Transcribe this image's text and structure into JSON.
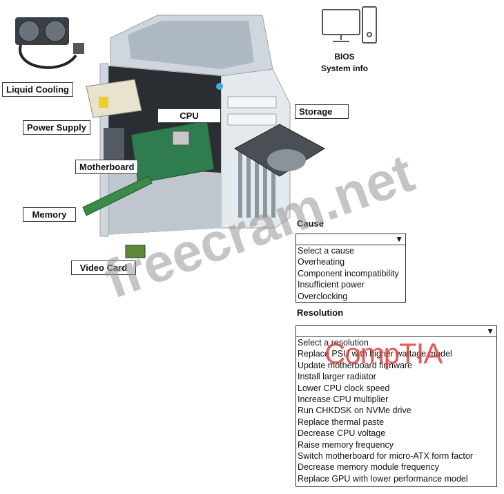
{
  "components": {
    "liquid_cooling": "Liquid Cooling",
    "power_supply": "Power Supply",
    "cpu": "CPU",
    "motherboard": "Motherboard",
    "memory": "Memory",
    "video_card": "Video Card",
    "storage": "Storage"
  },
  "bios": {
    "line1": "BIOS",
    "line2": "System info"
  },
  "cause": {
    "title": "Cause",
    "arrow": "▼",
    "options": [
      "Select a cause",
      "Overheating",
      "Component incompatibility",
      "Insufficient power",
      "Overclocking"
    ]
  },
  "resolution": {
    "title": "Resolution",
    "arrow": "▼",
    "options": [
      "Select a resolution",
      "Replace PSU with higher wattage model",
      "Update motherboard firmware",
      "Install larger radiator",
      "Lower CPU clock speed",
      "Increase CPU multiplier",
      "Run CHKDSK on NVMe drive",
      "Replace thermal paste",
      "Decrease CPU voltage",
      "Raise memory frequency",
      "Switch motherboard for micro-ATX form factor",
      "Decrease memory module frequency",
      "Replace GPU with lower performance model"
    ]
  },
  "watermark": "freecram.net",
  "brand": "CompTIA",
  "colors": {
    "case_body": "#cfd6de",
    "case_front": "#e4e9ee",
    "board_green": "#2f7d4f",
    "brand_red": "#e03c3c"
  }
}
